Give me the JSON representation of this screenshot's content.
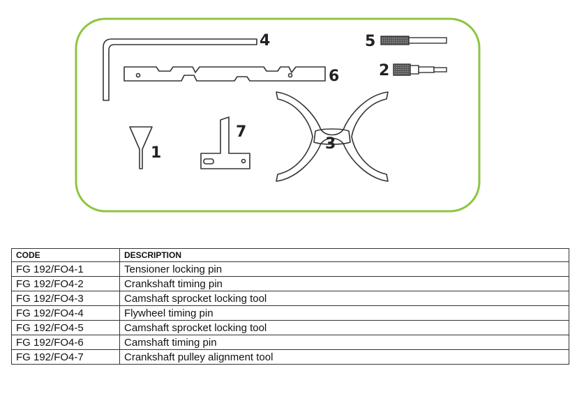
{
  "callouts": {
    "item1": "1",
    "item2": "2",
    "item3": "3",
    "item4": "4",
    "item5": "5",
    "item6": "6",
    "item7": "7"
  },
  "colors": {
    "panel_border": "#8cc63f",
    "tool_stroke": "#333333"
  },
  "table": {
    "headers": {
      "code": "CODE",
      "description": "DESCRIPTION"
    },
    "rows": [
      {
        "code": "FG 192/FO4-1",
        "description": "Tensioner locking pin"
      },
      {
        "code": "FG 192/FO4-2",
        "description": "Crankshaft timing pin"
      },
      {
        "code": "FG 192/FO4-3",
        "description": "Camshaft sprocket locking tool"
      },
      {
        "code": "FG 192/FO4-4",
        "description": "Flywheel timing pin"
      },
      {
        "code": "FG 192/FO4-5",
        "description": "Camshaft sprocket locking tool"
      },
      {
        "code": "FG 192/FO4-6",
        "description": "Camshaft timing pin"
      },
      {
        "code": "FG 192/FO4-7",
        "description": "Crankshaft pulley alignment tool"
      }
    ]
  }
}
